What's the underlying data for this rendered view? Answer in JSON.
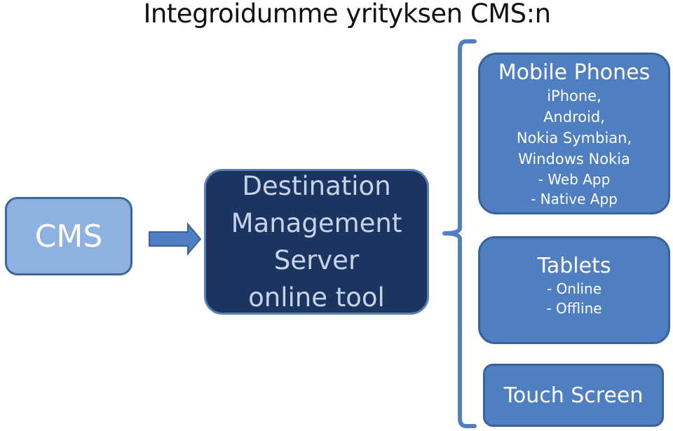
{
  "title": "Integroidumme yrityksen CMS:n",
  "cms": {
    "label": "CMS"
  },
  "dms": {
    "lines": [
      "Destination",
      "Management",
      "Server",
      "online tool"
    ]
  },
  "mobile": {
    "heading": "Mobile Phones",
    "platforms": [
      "iPhone,",
      "Android,",
      "Nokia Symbian,",
      "Windows Nokia"
    ],
    "types": [
      "- Web App",
      "- Native App"
    ]
  },
  "tablets": {
    "heading": "Tablets",
    "items": [
      "- Online",
      "- Offline"
    ]
  },
  "touch": {
    "label": "Touch Screen"
  },
  "colors": {
    "cms_fill": "#8db1e1",
    "dms_fill": "#1c3560",
    "device_fill": "#4f7fc1",
    "arrow_fill": "#4f7fc1",
    "bracket": "#4f7fc1"
  }
}
